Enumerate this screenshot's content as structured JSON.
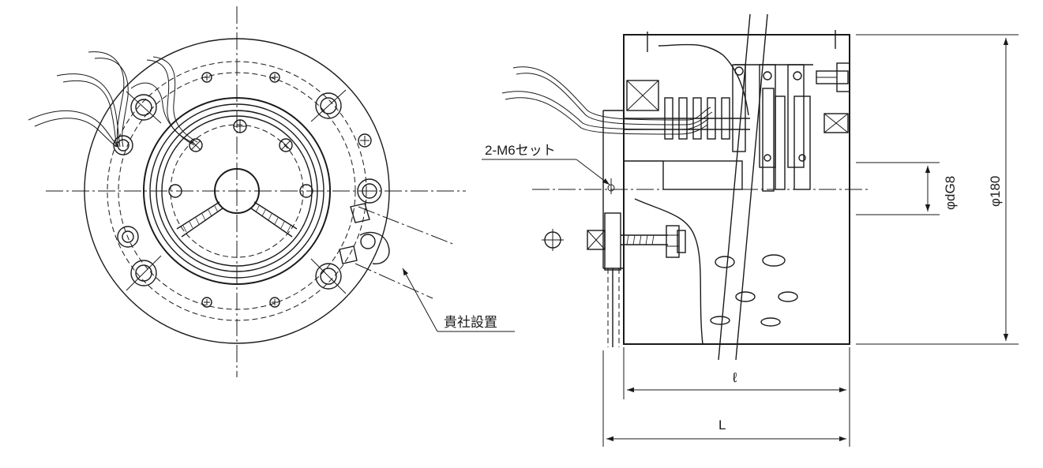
{
  "labels": {
    "set_screw": "2-M6セット",
    "customer_install": "貴社設置",
    "bore_dia": "φdG8",
    "outer_dia": "φ180",
    "length_l_small": "ℓ",
    "length_L": "L"
  }
}
